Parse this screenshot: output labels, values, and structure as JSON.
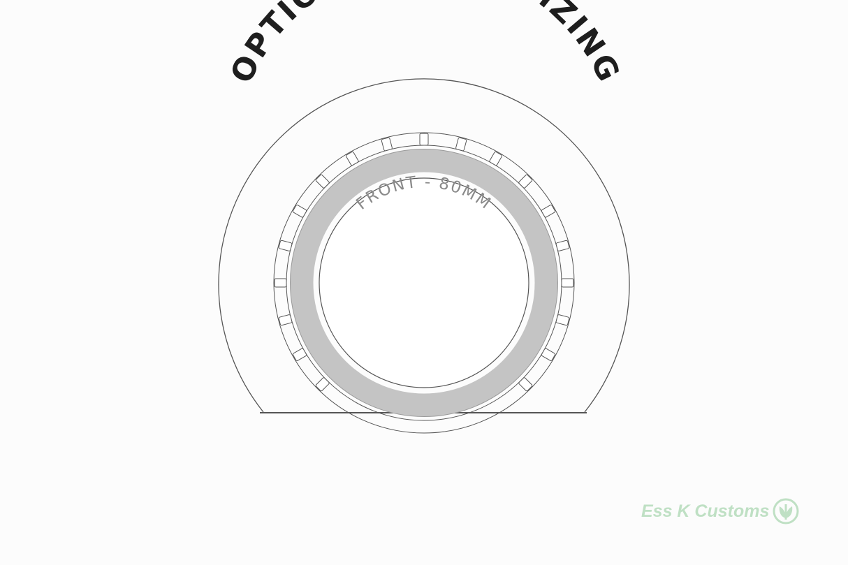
{
  "diagram": {
    "title": "OPTIONAL HALO SIZING",
    "ring_label": "FRONT - 80MM",
    "colors": {
      "outline": "#555555",
      "halo_ring": "#c4c4c4",
      "ring_text": "#8a8a8a",
      "title": "#1e1e1e"
    }
  },
  "watermark": {
    "text": "Ess K Customs",
    "icon": "leaf-logo-icon",
    "color": "#bfe0c4"
  }
}
